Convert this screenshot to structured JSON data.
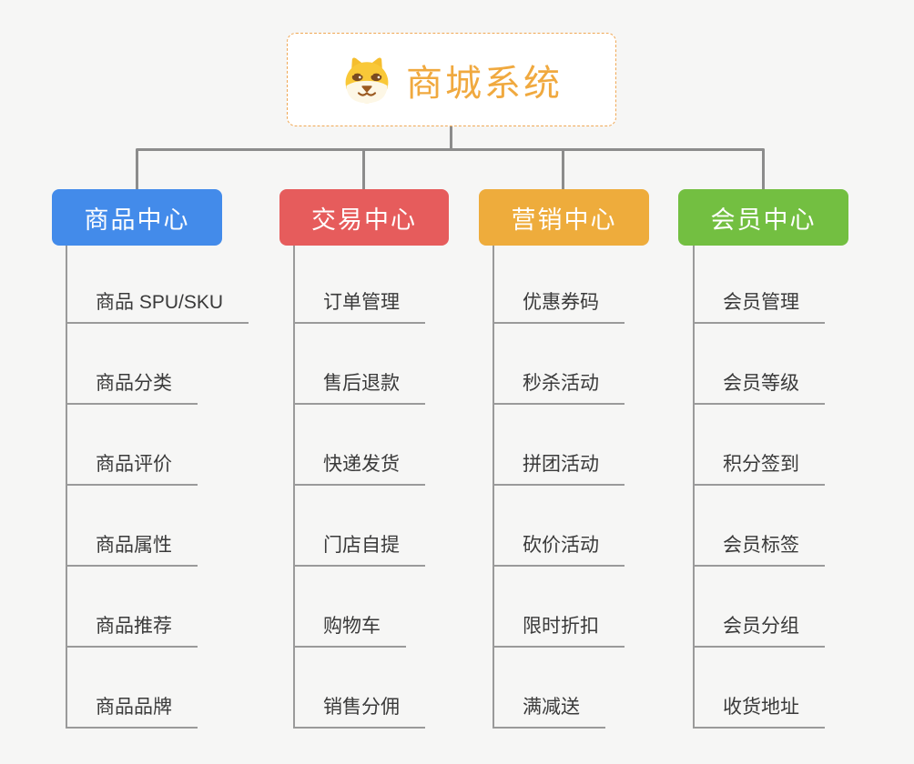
{
  "root": {
    "title": "商城系统",
    "icon": "dog-face-icon",
    "accent_color": "#f0a93f",
    "border_color": "#f0a855"
  },
  "branches": [
    {
      "label": "商品中心",
      "color": "#438bea",
      "items": [
        "商品 SPU/SKU",
        "商品分类",
        "商品评价",
        "商品属性",
        "商品推荐",
        "商品品牌"
      ]
    },
    {
      "label": "交易中心",
      "color": "#e65c5c",
      "items": [
        "订单管理",
        "售后退款",
        "快递发货",
        "门店自提",
        "购物车",
        "销售分佣"
      ]
    },
    {
      "label": "营销中心",
      "color": "#eeac3c",
      "items": [
        "优惠券码",
        "秒杀活动",
        "拼团活动",
        "砍价活动",
        "限时折扣",
        "满减送"
      ]
    },
    {
      "label": "会员中心",
      "color": "#73bf41",
      "items": [
        "会员管理",
        "会员等级",
        "积分签到",
        "会员标签",
        "会员分组",
        "收货地址"
      ]
    }
  ],
  "colors": {
    "background": "#f6f6f5",
    "connector": "#8c8c8c",
    "underline": "#9a9a9a",
    "item_text": "#3a3a3a"
  }
}
